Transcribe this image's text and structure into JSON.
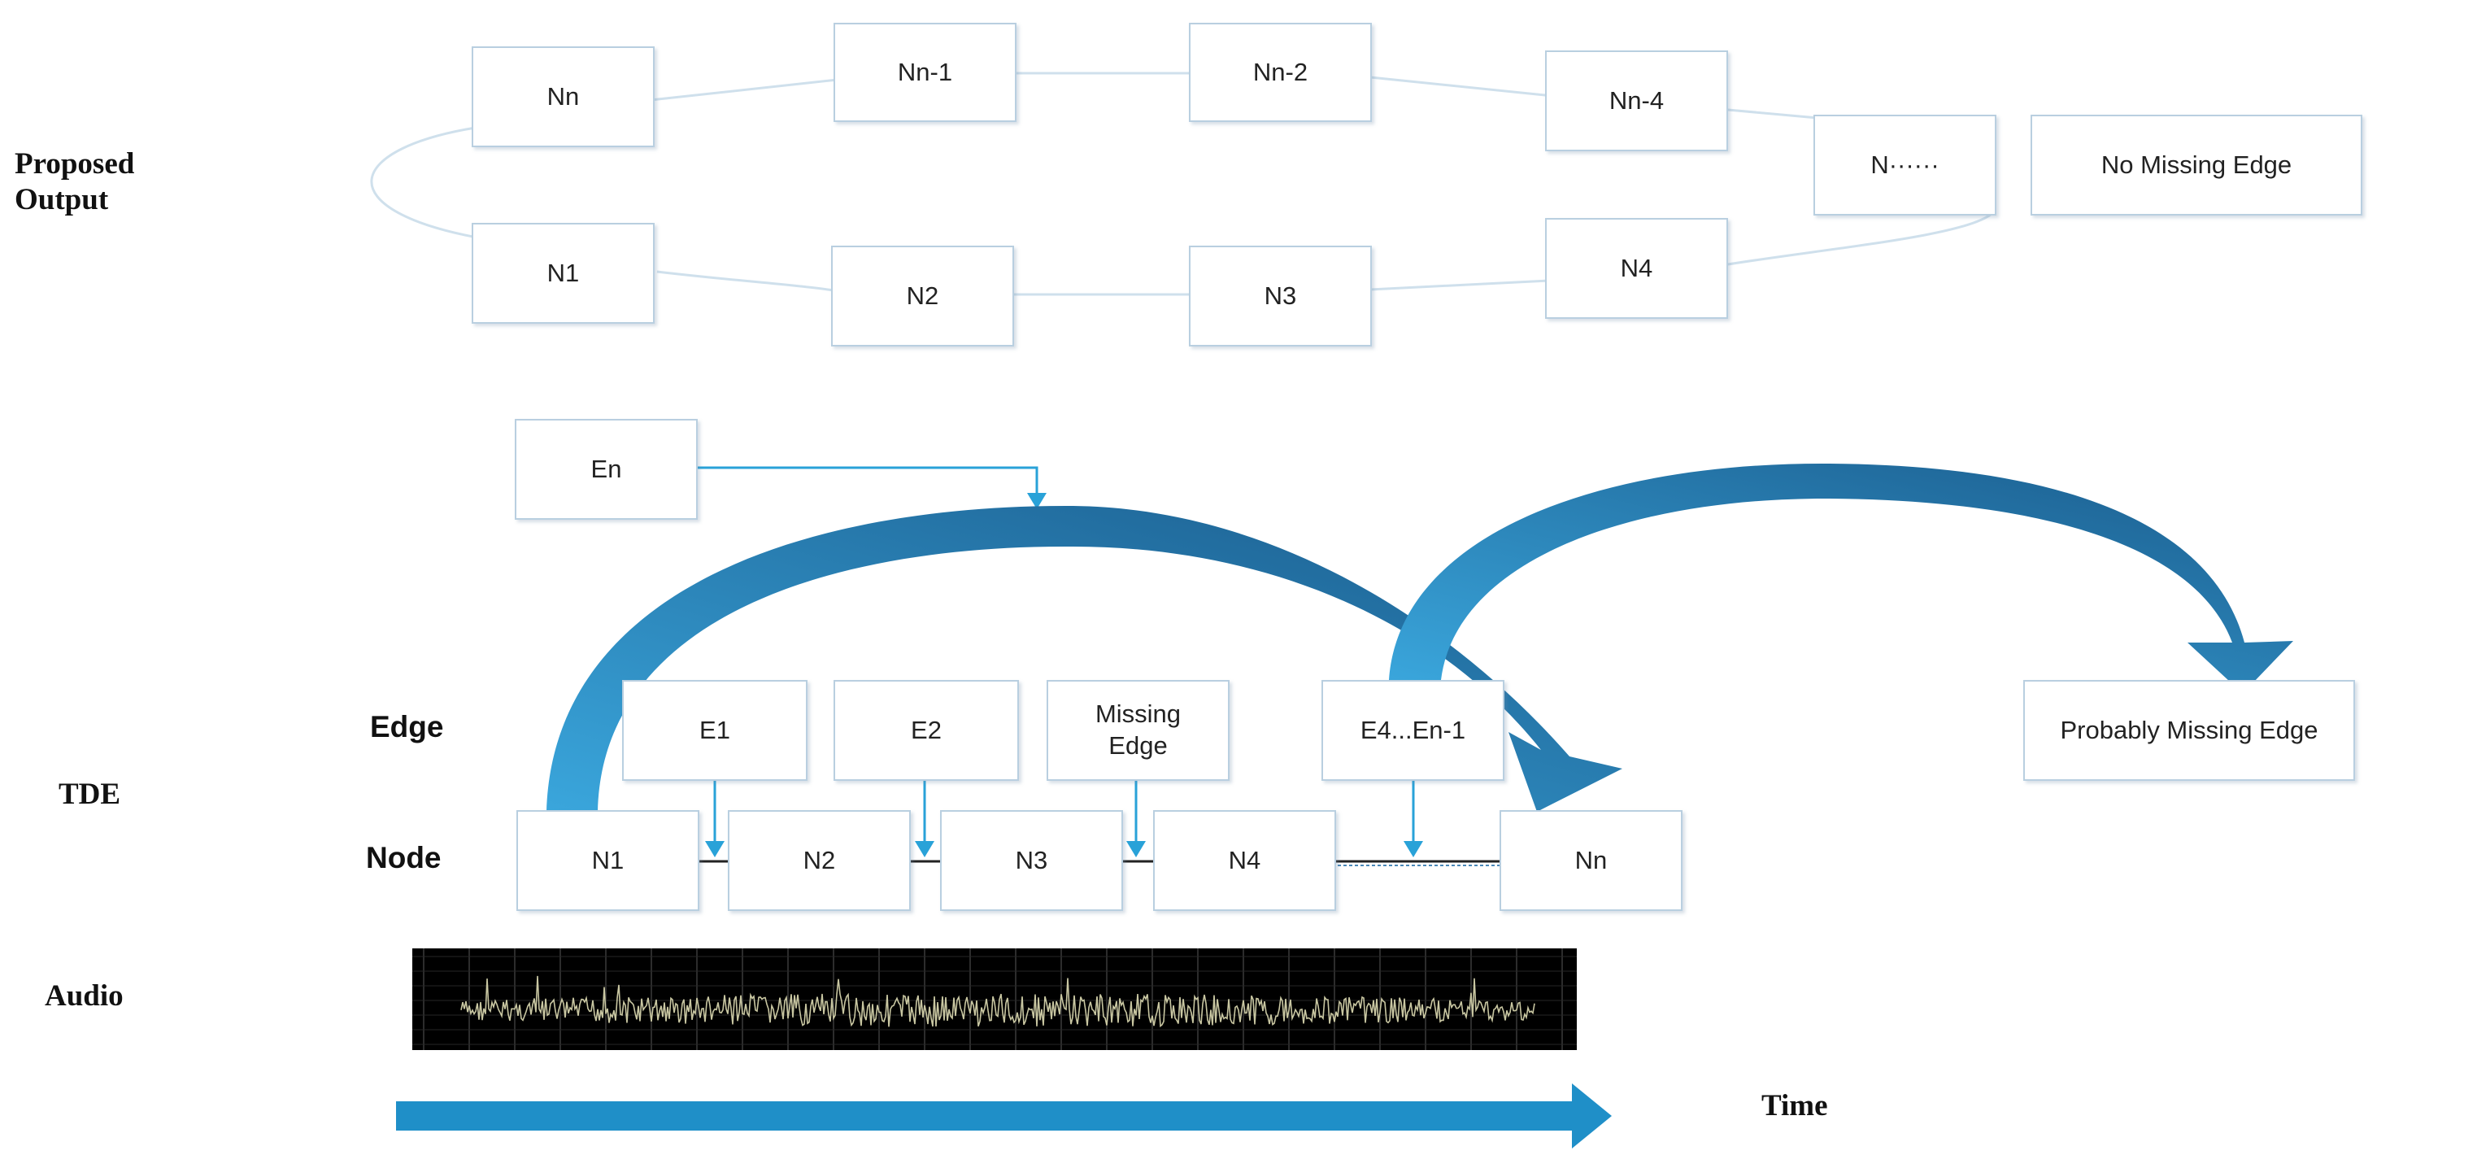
{
  "colors": {
    "box_border": "#b9cfe0",
    "connector": "#29a2d8",
    "big_arrow_light": "#3aa6dc",
    "big_arrow_dark": "#1a5b8c",
    "time_arrow": "#1f8fc8",
    "ring": "#cfe0ec",
    "waveform": "#c9c7a2"
  },
  "labels": {
    "proposed_output": "Proposed\nOutput",
    "tde": "TDE",
    "audio": "Audio",
    "edge": "Edge",
    "node": "Node",
    "time": "Time"
  },
  "proposed_output": {
    "ring_nodes": [
      "Nn",
      "Nn-1",
      "Nn-2",
      "Nn-4",
      "N······",
      "N1",
      "N2",
      "N3",
      "N4"
    ],
    "status": "No Missing Edge"
  },
  "tde": {
    "en": "En",
    "edges": [
      "E1",
      "E2",
      "Missing\nEdge",
      "E4...En-1"
    ],
    "nodes": [
      "N1",
      "N2",
      "N3",
      "N4",
      "Nn"
    ],
    "probable_status": "Probably Missing Edge"
  },
  "icons": [
    "big-curved-arrow-icon",
    "time-arrow-icon",
    "down-arrow-icon",
    "audio-waveform-icon"
  ]
}
